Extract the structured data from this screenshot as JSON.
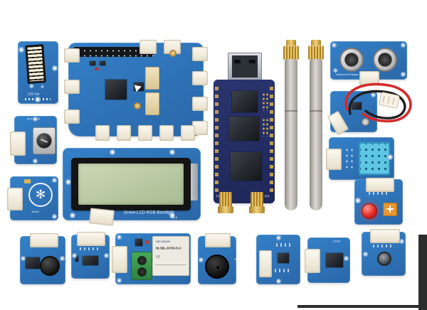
{
  "scene": {
    "title": "Grove IoT starter kit components on white background",
    "background": "#ffffff"
  },
  "colors": {
    "pcb_blue": "#2c70b8",
    "pcb_navy": "#232d66",
    "antenna_gray": "#b6b2ac",
    "sma_gold": "#d2a63c",
    "connector_white": "#f6f2e6",
    "relay_green": "#3f9e4f",
    "dht_cyan": "#5ec6e4",
    "led_red": "#e03131",
    "trimmer_orange": "#e8962e",
    "lcd_screen": "#b8c9a4",
    "lcd_bezel": "#141414",
    "dark_strip": "#2d2d2d"
  },
  "glyphs": {
    "seeed_logo": "✻"
  },
  "modules": {
    "led_bar": {
      "name": "Grove LED Bar module",
      "label": "LED Bar"
    },
    "base_board": {
      "name": "GrovePi+ base board"
    },
    "sdr": {
      "name": "USB SDR stick board",
      "tx": "TX",
      "rx": "RX"
    },
    "antenna_left": {
      "name": "SMA whip antenna"
    },
    "antenna_right": {
      "name": "SMA whip antenna"
    },
    "ultrasonic": {
      "name": "Grove ultrasonic ranger",
      "label": "Ultrasonic Ranger"
    },
    "cable_module": {
      "name": "Grove module with coiled red-black cable"
    },
    "dht": {
      "name": "Grove temperature and humidity sensor"
    },
    "red_led": {
      "name": "Grove red LED module"
    },
    "rotary": {
      "name": "Grove rotary angle sensor",
      "label": "ROTATION"
    },
    "touch": {
      "name": "Grove touch sensor",
      "label": "Touch"
    },
    "lcd": {
      "name": "Grove LCD RGB Backlight display",
      "label": "Grove-LCD RGB Backlight",
      "version": "V4.0"
    },
    "microphone": {
      "name": "Grove sound sensor"
    },
    "chip_sensor": {
      "name": "Grove sensor breakout module"
    },
    "relay": {
      "name": "Grove relay module",
      "brand": "HELISHUN",
      "model": "HLS8L-DC5V-S-C",
      "cert": "CE"
    },
    "buzzer": {
      "name": "Grove buzzer module",
      "polarity": "+"
    },
    "accelerometer": {
      "name": "Grove accelerometer module"
    },
    "light": {
      "name": "Grove light sensor",
      "label": "LIGHT"
    },
    "button": {
      "name": "Grove button module"
    }
  }
}
